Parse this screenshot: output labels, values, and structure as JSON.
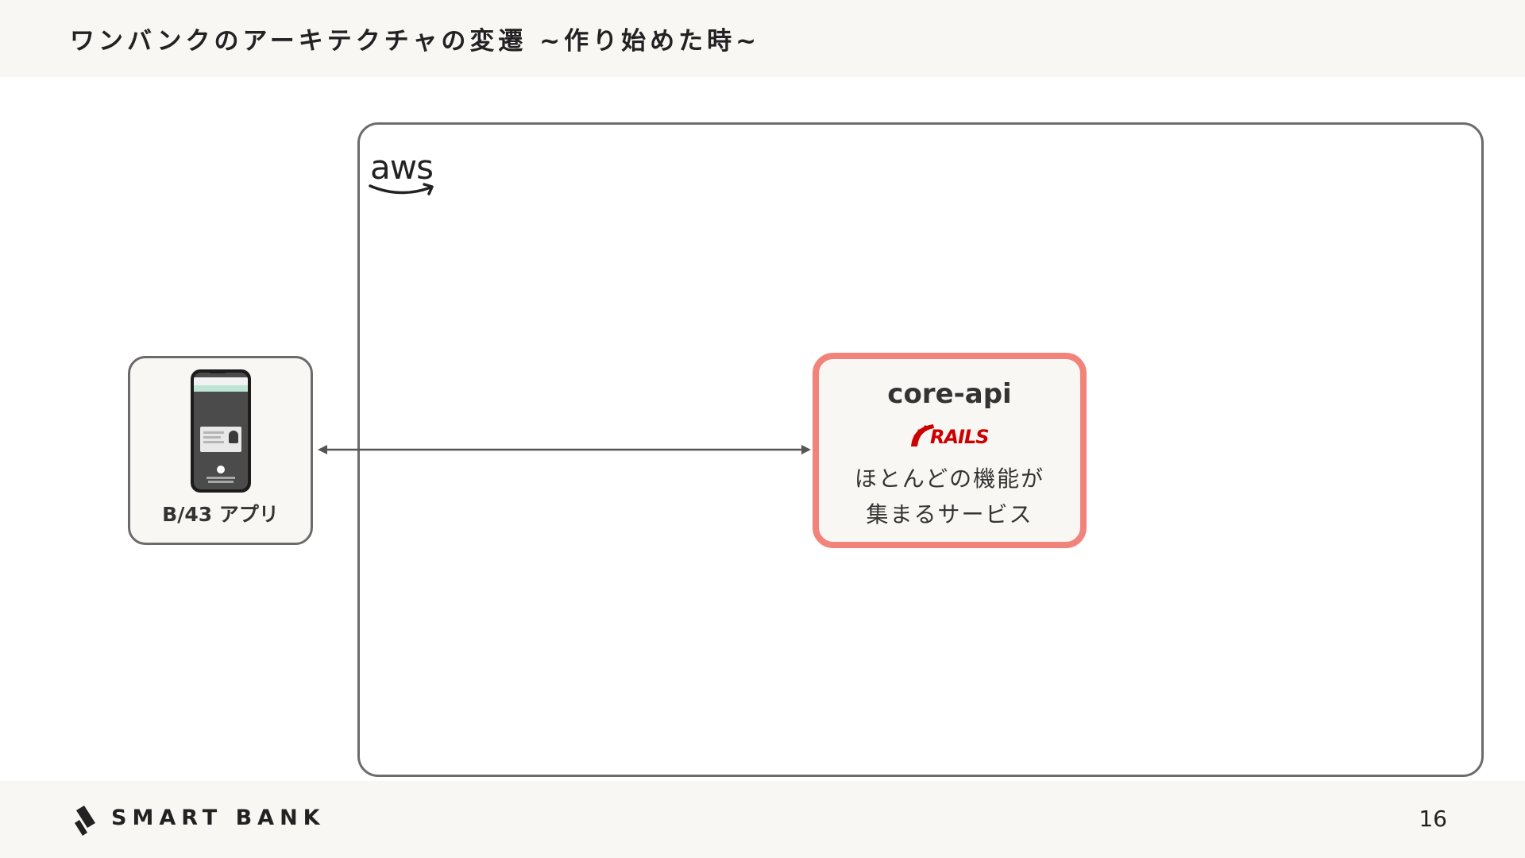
{
  "slide": {
    "title": "ワンバンクのアーキテクチャの変遷 ~作り始めた時~",
    "page_number": "16"
  },
  "footer": {
    "logo_text": "SMART BANK"
  },
  "diagram": {
    "aws": {
      "label": "aws"
    },
    "client": {
      "label": "B/43 アプリ"
    },
    "service": {
      "title": "core-api",
      "framework_logo_text": "RAILS",
      "description_line1": "ほとんどの機能が",
      "description_line2": "集まるサービス"
    }
  },
  "colors": {
    "background": "#ffffff",
    "header_footer": "#f8f7f3",
    "border": "#6b6b6b",
    "accent": "#f2837b",
    "rails_red": "#cc0000",
    "text": "#333333"
  },
  "icons": {
    "aws": "aws-logo-icon",
    "phone": "smartphone-icon",
    "rails": "rails-logo-icon",
    "brand": "smartbank-logo-icon"
  }
}
